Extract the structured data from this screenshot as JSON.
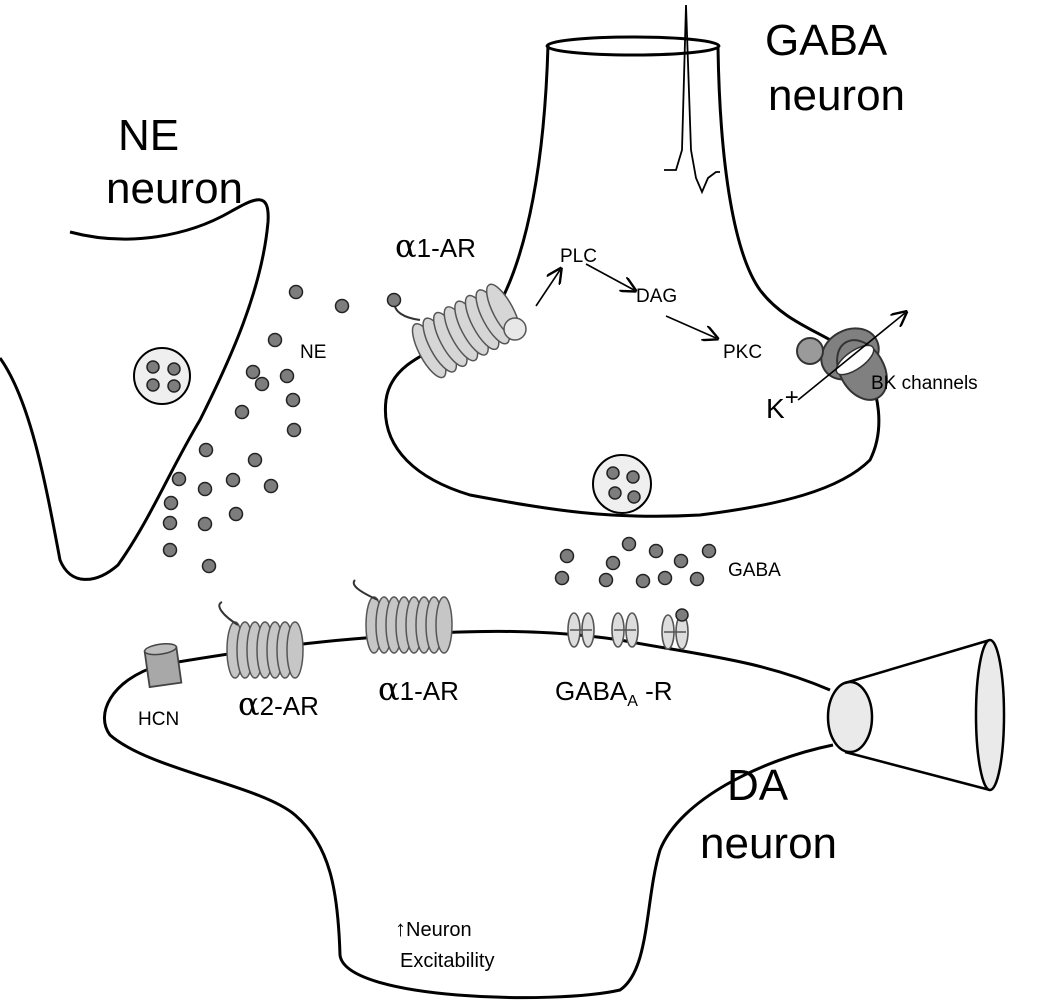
{
  "labels": {
    "ne_neuron": [
      "NE",
      "neuron"
    ],
    "gaba_neuron": [
      "GABA",
      "neuron"
    ],
    "da_neuron": [
      "DA",
      "neuron"
    ],
    "ne_transmitter": "NE",
    "gaba_transmitter": "GABA",
    "alpha1_ar_top_greek": "α",
    "alpha1_ar_top": "1-AR",
    "plc": "PLC",
    "dag": "DAG",
    "pkc": "PKC",
    "k_ion": "K",
    "k_charge": "+",
    "bk_channels": "BK channels",
    "hcn": "HCN",
    "alpha2_ar_greek": "α",
    "alpha2_ar": "2-AR",
    "alpha1_ar_bottom_greek": "α",
    "alpha1_ar_bottom": "1-AR",
    "gaba_a_r_main": "GABA",
    "gaba_a_r_sub": "A",
    "gaba_a_r_suffix": " -R",
    "excitability_arrow": "↑",
    "excitability_line1": "Neuron",
    "excitability_line2": "Excitability"
  },
  "colors": {
    "outline": "#000000",
    "transmitter_dot": "#7d7d7d",
    "receptor_light": "#d6d6d6",
    "bk_channel": "#808080",
    "hcn_channel": "#a8a8a8"
  }
}
